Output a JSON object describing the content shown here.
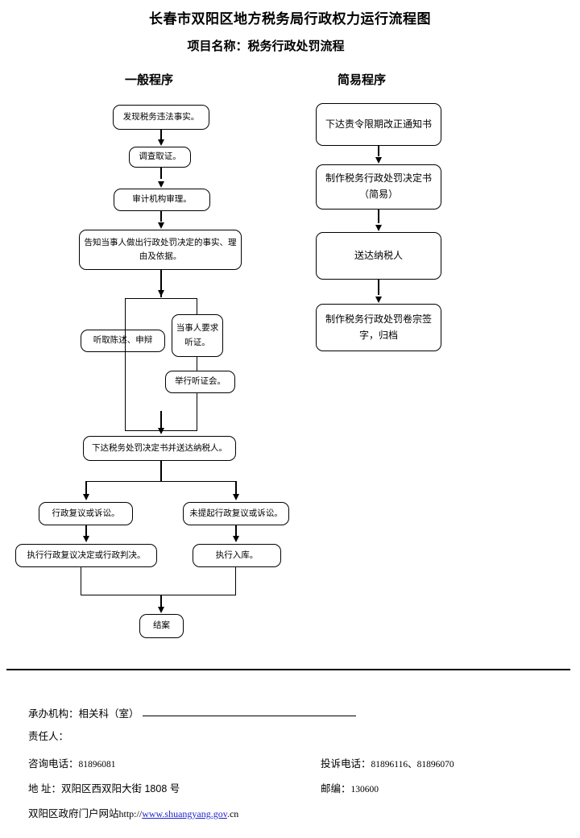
{
  "document": {
    "title": "长春市双阳区地方税务局行政权力运行流程图",
    "project_name": "项目名称：税务行政处罚流程"
  },
  "columns": {
    "left_heading": "一般程序",
    "right_heading": "简易程序"
  },
  "flow": {
    "general_procedure": [
      {
        "id": "discover",
        "label": "发现税务违法事实。"
      },
      {
        "id": "investigate",
        "label": "调查取证。"
      },
      {
        "id": "audit",
        "label": "审计机构审理。"
      },
      {
        "id": "inform",
        "label": "告知当事人做出行政处罚决定的事实、理由及依据。"
      },
      {
        "id": "statement",
        "label": "听取陈述、申辩"
      },
      {
        "id": "request-hearing",
        "label": "当事人要求听证。"
      },
      {
        "id": "hold-hearing",
        "label": "举行听证会。"
      },
      {
        "id": "issue-decision",
        "label": "下达税务处罚决定书并送达纳税人。"
      },
      {
        "id": "reconsideration",
        "label": "行政复议或诉讼。"
      },
      {
        "id": "no-reconsideration",
        "label": "未提起行政复议或诉讼。"
      },
      {
        "id": "execute-decision",
        "label": "执行行政复议决定或行政判决。"
      },
      {
        "id": "execute-treasury",
        "label": "执行入库。"
      },
      {
        "id": "close-case",
        "label": "结案"
      }
    ],
    "simple_procedure": [
      {
        "id": "order-correction",
        "label": "下达责令限期改正通知书"
      },
      {
        "id": "make-penalty-decision",
        "label": "制作税务行政处罚决定书（简易）"
      },
      {
        "id": "serve-taxpayer",
        "label": "送达纳税人"
      },
      {
        "id": "make-file",
        "label": "制作税务行政处罚卷宗签字，归档"
      }
    ]
  },
  "footer": {
    "org_label": "承办机构：相关科（室）",
    "person_label": "责任人：",
    "consult_phone_label": "咨询电话：",
    "consult_phone_value": "81896081",
    "complaint_phone_label": "投诉电话：",
    "complaint_phone_value": "81896116、81896070",
    "address_label": "地 址：",
    "address_value": "双阳区西双阳大街 1808 号",
    "postcode_label": "邮编：",
    "postcode_value": "130600",
    "website_label": "双阳区政府门户网站",
    "website_prefix": "http://",
    "website_main": "www.shuangyang.gov",
    "website_suffix": ".cn",
    "link_color": "#2222cc"
  }
}
